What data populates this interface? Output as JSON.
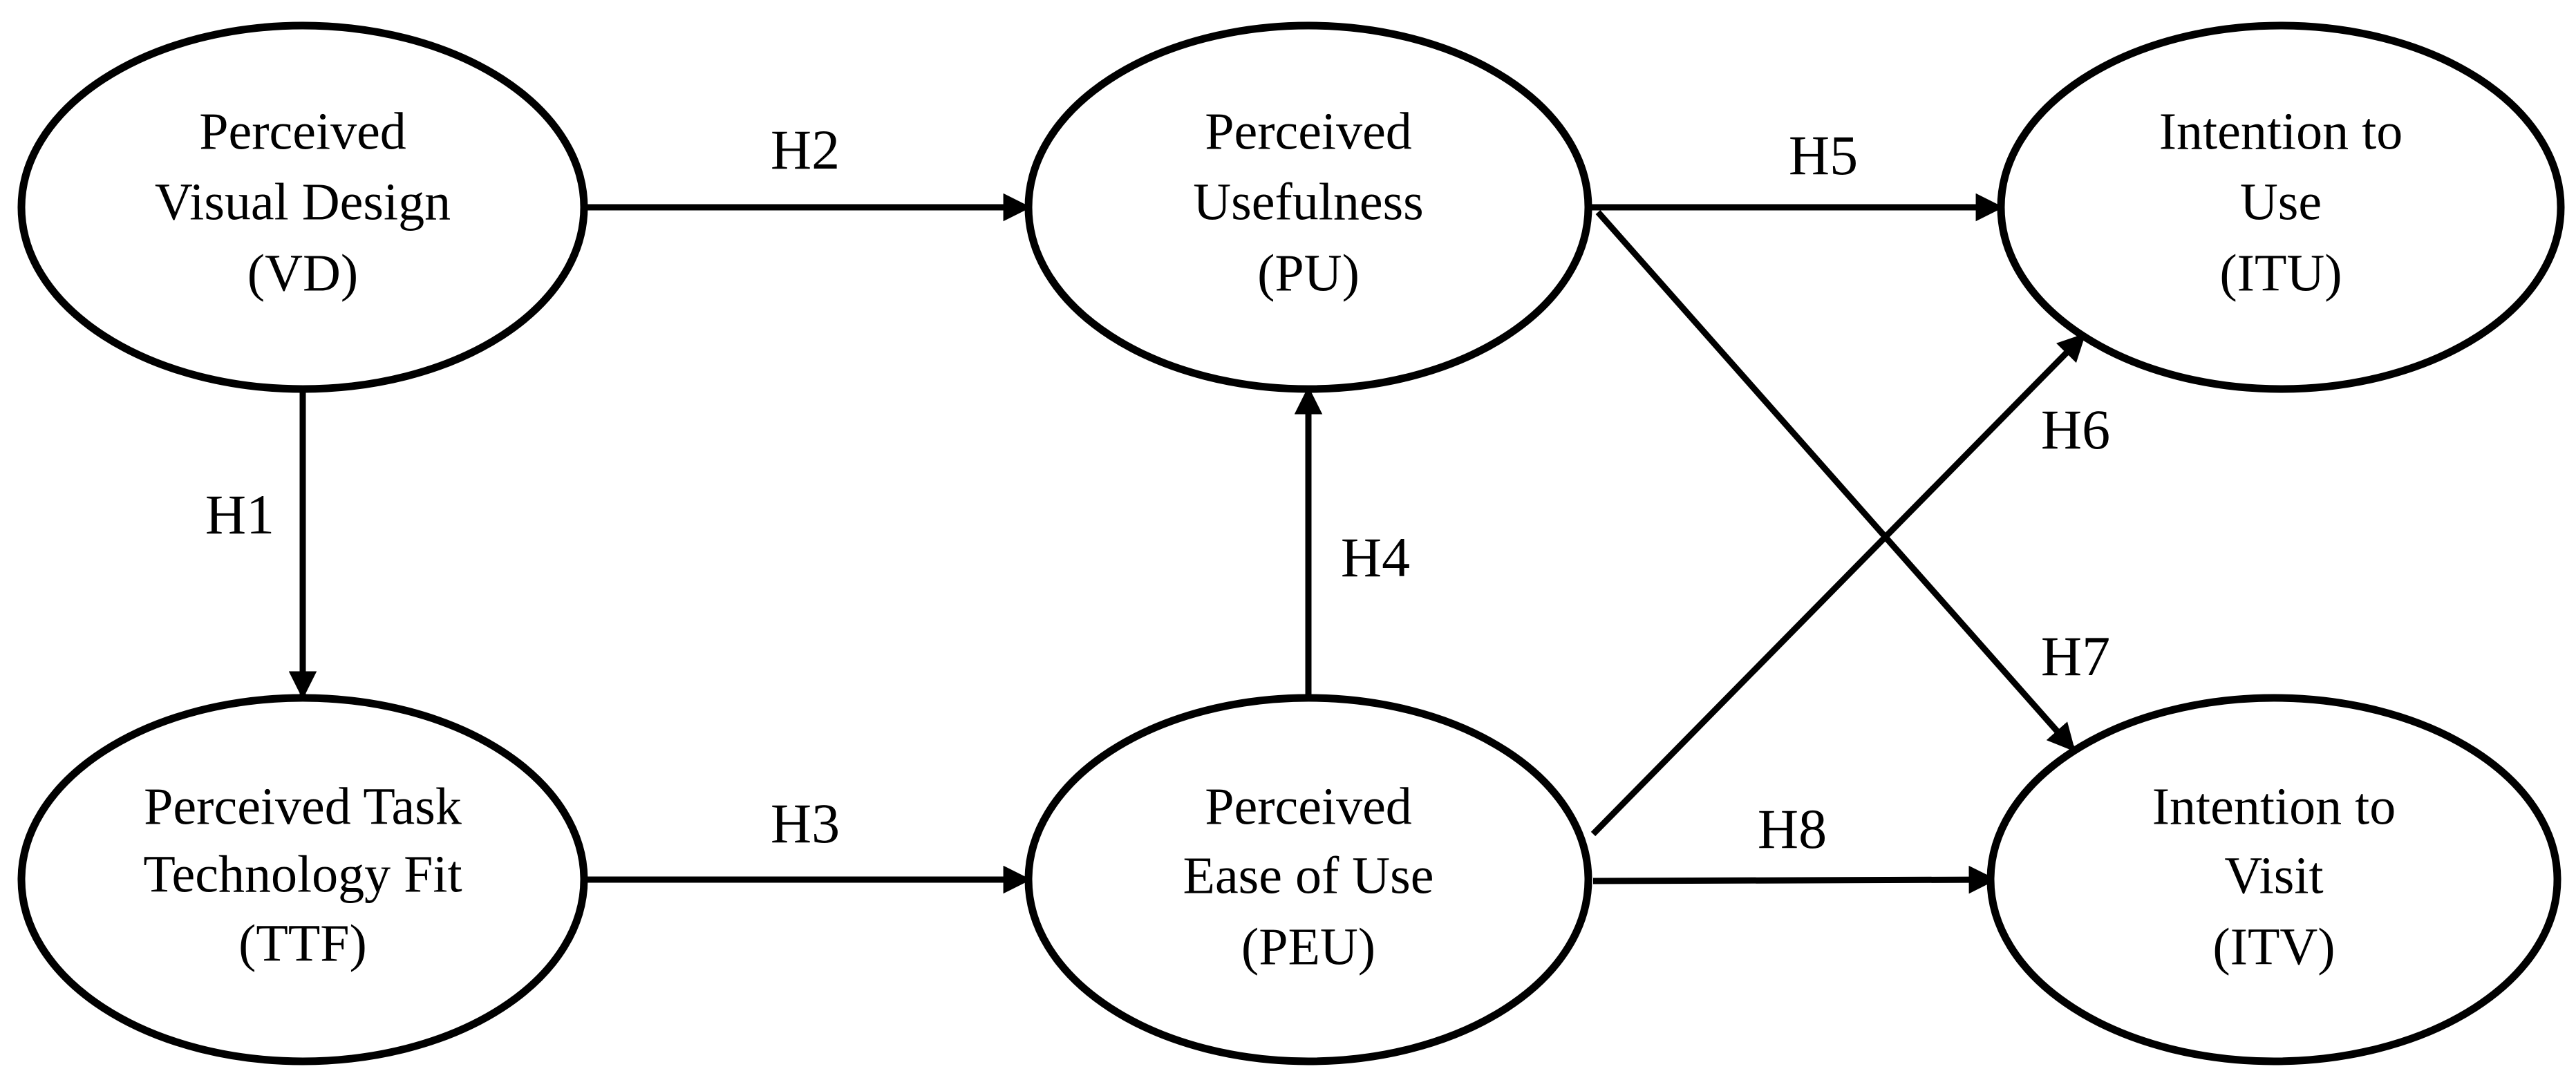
{
  "diagram": {
    "nodes": {
      "vd": {
        "lines": [
          "Perceived",
          "Visual Design",
          "(VD)"
        ]
      },
      "pu": {
        "lines": [
          "Perceived",
          "Usefulness",
          "(PU)"
        ]
      },
      "itu": {
        "lines": [
          "Intention to",
          "Use",
          "(ITU)"
        ]
      },
      "ttf": {
        "lines": [
          "Perceived Task",
          "Technology Fit",
          "(TTF)"
        ]
      },
      "peu": {
        "lines": [
          "Perceived",
          "Ease of Use",
          "(PEU)"
        ]
      },
      "itv": {
        "lines": [
          "Intention to",
          "Visit",
          "(ITV)"
        ]
      }
    },
    "edges": {
      "h1": {
        "label": "H1",
        "from": "vd",
        "to": "ttf"
      },
      "h2": {
        "label": "H2",
        "from": "vd",
        "to": "pu"
      },
      "h3": {
        "label": "H3",
        "from": "ttf",
        "to": "peu"
      },
      "h4": {
        "label": "H4",
        "from": "peu",
        "to": "pu"
      },
      "h5": {
        "label": "H5",
        "from": "pu",
        "to": "itu"
      },
      "h6": {
        "label": "H6",
        "from": "peu",
        "to": "itu"
      },
      "h7": {
        "label": "H7",
        "from": "pu",
        "to": "itv"
      },
      "h8": {
        "label": "H8",
        "from": "peu",
        "to": "itv"
      }
    }
  }
}
